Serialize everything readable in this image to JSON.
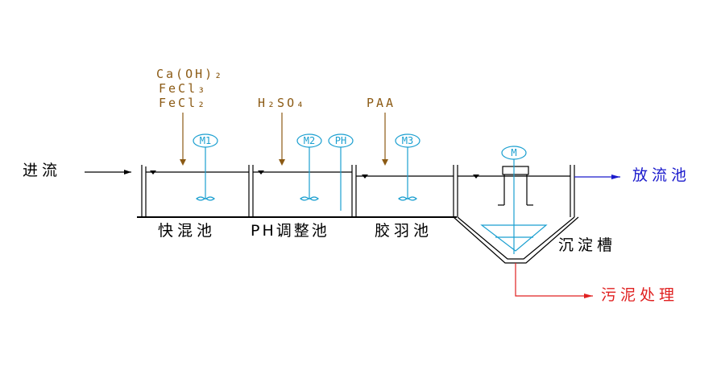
{
  "inlet": "进流",
  "outlet": "放流池",
  "sludge": "污泥处理",
  "tanks": [
    {
      "name": "快混池"
    },
    {
      "name": "PH调整池"
    },
    {
      "name": "胶羽池"
    },
    {
      "name": "沉淀槽"
    }
  ],
  "chemicals": {
    "tank1": [
      "Ca(OH)₂",
      "FeCl₃",
      "FeCl₂"
    ],
    "tank2": [
      "H₂SO₄"
    ],
    "tank3": [
      "PAA"
    ]
  },
  "devices": {
    "m1": "M1",
    "m2": "M2",
    "ph": "PH",
    "m3": "M3",
    "m4": "M"
  },
  "colors": {
    "structure": "#000000",
    "equipment": "#1a9fd0",
    "chemical": "#8b5a14",
    "outlet": "#1a1acc",
    "sludge": "#e02020"
  }
}
